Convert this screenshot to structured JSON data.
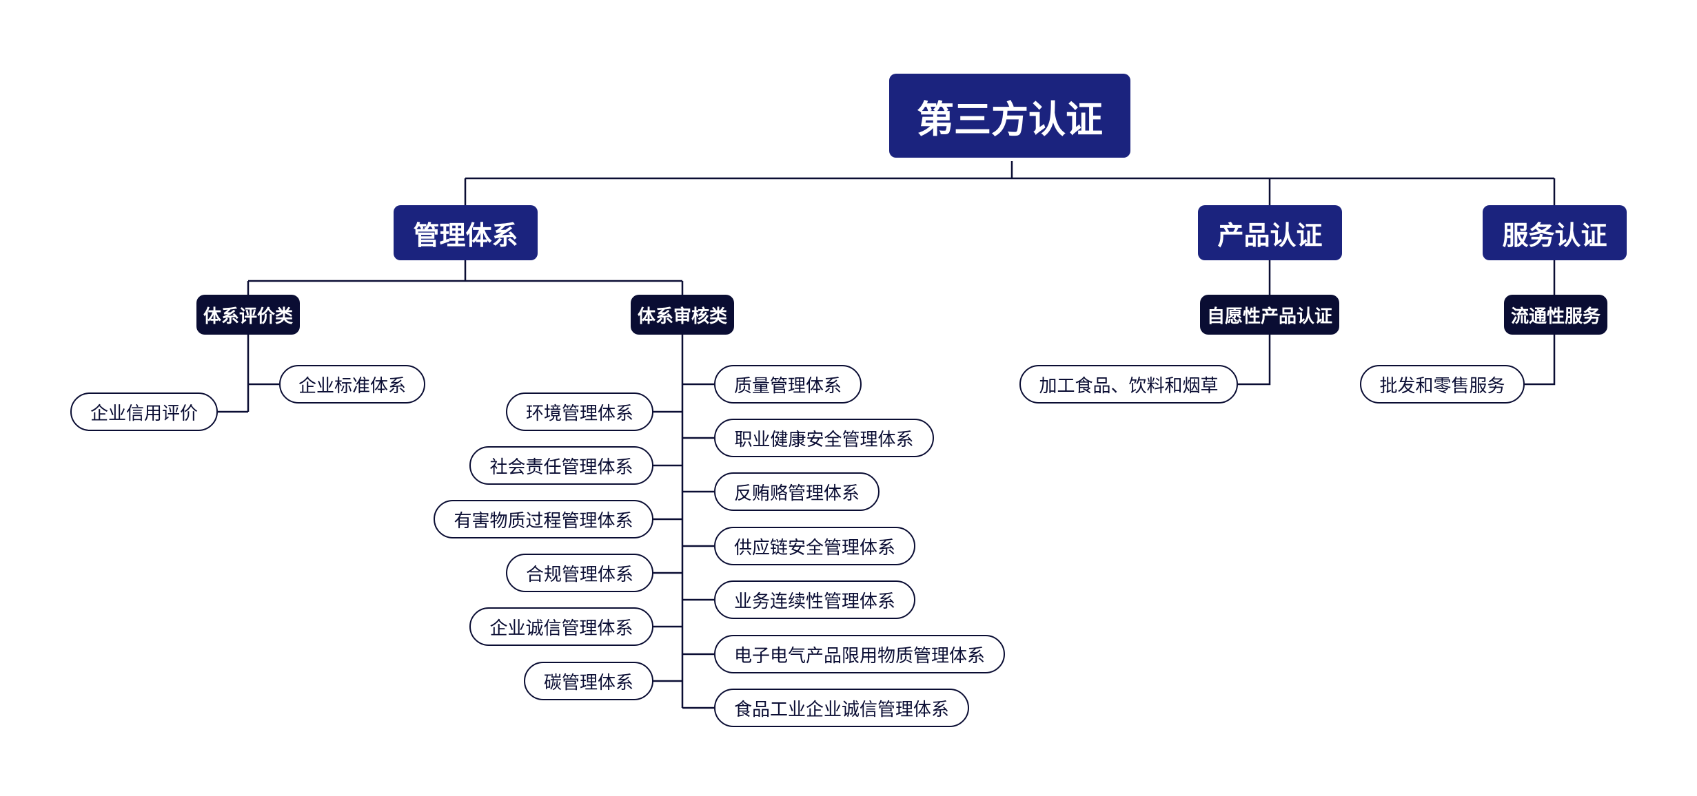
{
  "root": {
    "label": "第三方认证"
  },
  "management": {
    "label": "管理体系",
    "evaluation": {
      "label": "体系评价类",
      "items": [
        "企业标准体系",
        "企业信用评价"
      ]
    },
    "audit": {
      "label": "体系审核类",
      "left_items": [
        "环境管理体系",
        "社会责任管理体系",
        "有害物质过程管理体系",
        "合规管理体系",
        "企业诚信管理体系",
        "碳管理体系"
      ],
      "right_items": [
        "质量管理体系",
        "职业健康安全管理体系",
        "反贿赂管理体系",
        "供应链安全管理体系",
        "业务连续性管理体系",
        "电子电气产品限用物质管理体系",
        "食品工业企业诚信管理体系"
      ]
    }
  },
  "product": {
    "label": "产品认证",
    "voluntary": {
      "label": "自愿性产品认证",
      "items": [
        "加工食品、饮料和烟草"
      ]
    }
  },
  "service": {
    "label": "服务认证",
    "circulation": {
      "label": "流通性服务",
      "items": [
        "批发和零售服务"
      ]
    }
  },
  "colors": {
    "primary": "#1b237e",
    "dark": "#0a0d33",
    "line": "#0a0d33",
    "leaf_bg": "#ffffff"
  }
}
